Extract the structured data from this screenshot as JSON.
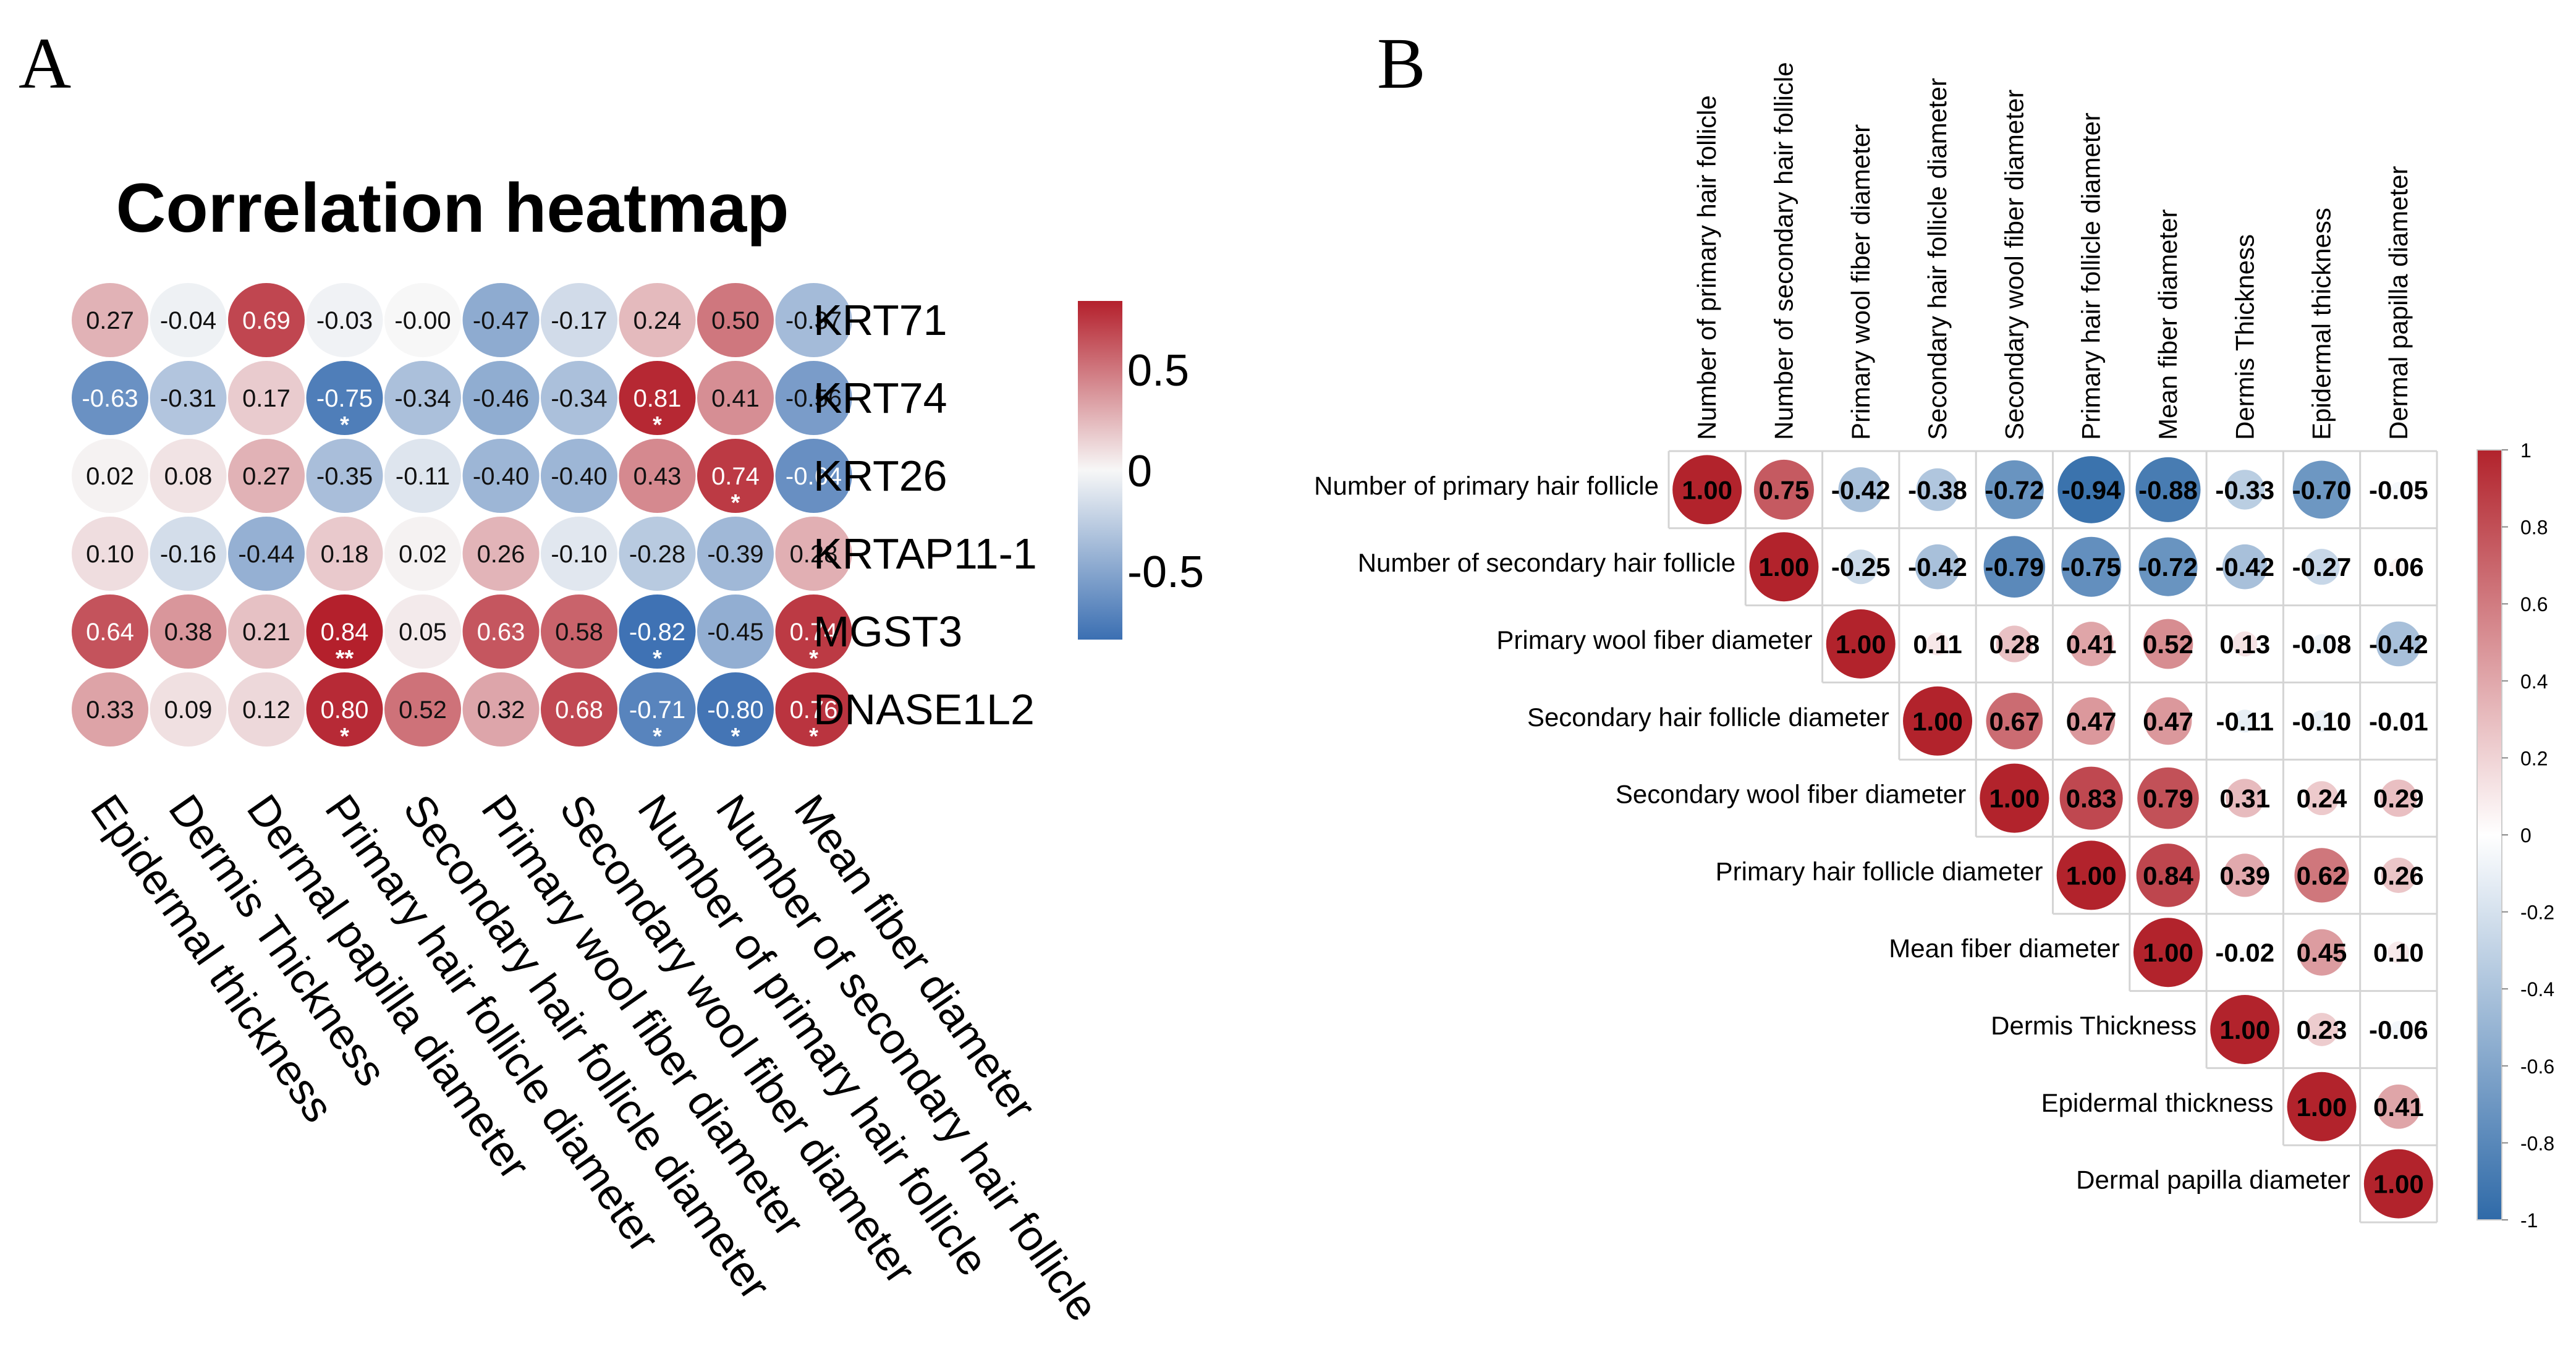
{
  "panels": [
    {
      "letter": "A"
    },
    {
      "letter": "B"
    }
  ],
  "chart_data": [
    {
      "type": "heatmap",
      "title": "Correlation heatmap",
      "rows": [
        "KRT71",
        "KRT74",
        "KRT26",
        "KRTAP11-1",
        "MGST3",
        "DNASE1L2"
      ],
      "columns": [
        "Epidermal thickness",
        "Dermis Thickness",
        "Dermal papilla diameter",
        "Primary hair follicle diameter",
        "Secondary hair follicle diameter",
        "Primary wool fiber diameter",
        "Secondary wool fiber diameter",
        "Number of primary hair follicle",
        "Number of secondary hair follicle",
        "Mean fiber diameter"
      ],
      "values": [
        [
          "0.27",
          "-0.04",
          "0.69",
          "-0.03",
          "-0.00",
          "-0.47",
          "-0.17",
          "0.24",
          "0.50",
          "-0.37"
        ],
        [
          "-0.63",
          "-0.31",
          "0.17",
          "-0.75",
          "-0.34",
          "-0.46",
          "-0.34",
          "0.81",
          "0.41",
          "-0.56"
        ],
        [
          "0.02",
          "0.08",
          "0.27",
          "-0.35",
          "-0.11",
          "-0.40",
          "-0.40",
          "0.43",
          "0.74",
          "-0.64"
        ],
        [
          "0.10",
          "-0.16",
          "-0.44",
          "0.18",
          "0.02",
          "0.26",
          "-0.10",
          "-0.28",
          "-0.39",
          "0.28"
        ],
        [
          "0.64",
          "0.38",
          "0.21",
          "0.84",
          "0.05",
          "0.63",
          "0.58",
          "-0.82",
          "-0.45",
          "0.74"
        ],
        [
          "0.33",
          "0.09",
          "0.12",
          "0.80",
          "0.52",
          "0.32",
          "0.68",
          "-0.71",
          "-0.80",
          "0.76"
        ]
      ],
      "significance": [
        [
          "",
          "",
          "",
          "",
          "",
          "",
          "",
          "",
          "",
          ""
        ],
        [
          "",
          "",
          "",
          "*",
          "",
          "",
          "",
          "*",
          "",
          ""
        ],
        [
          "",
          "",
          "",
          "",
          "",
          "",
          "",
          "",
          "*",
          ""
        ],
        [
          "",
          "",
          "",
          "",
          "",
          "",
          "",
          "",
          "",
          ""
        ],
        [
          "",
          "",
          "",
          "**",
          "",
          "",
          "",
          "*",
          "",
          "*"
        ],
        [
          "",
          "",
          "",
          "*",
          "",
          "",
          "",
          "*",
          "*",
          "*"
        ]
      ],
      "colorbar": {
        "ticks": [
          "0.5",
          "0",
          "-0.5"
        ],
        "range": [
          -0.84,
          0.84
        ]
      },
      "colors": {
        "negative": "#3b6fb2",
        "mid": "#f7f7f7",
        "positive": "#b4202c"
      }
    },
    {
      "type": "heatmap",
      "variables": [
        "Number of primary hair follicle",
        "Number of secondary hair follicle",
        "Primary wool fiber diameter",
        "Secondary hair follicle diameter",
        "Secondary wool fiber diameter",
        "Primary hair follicle diameter",
        "Mean fiber diameter",
        "Dermis Thickness",
        "Epidermal thickness",
        "Dermal papilla diameter"
      ],
      "upper_triangle_values": [
        [
          "1.00",
          "0.75",
          "-0.42",
          "-0.38",
          "-0.72",
          "-0.94",
          "-0.88",
          "-0.33",
          "-0.70",
          "-0.05"
        ],
        [
          "1.00",
          "-0.25",
          "-0.42",
          "-0.79",
          "-0.75",
          "-0.72",
          "-0.42",
          "-0.27",
          "0.06"
        ],
        [
          "1.00",
          "0.11",
          "0.28",
          "0.41",
          "0.52",
          "0.13",
          "-0.08",
          "-0.42"
        ],
        [
          "1.00",
          "0.67",
          "0.47",
          "0.47",
          "-0.11",
          "-0.10",
          "-0.01"
        ],
        [
          "1.00",
          "0.83",
          "0.79",
          "0.31",
          "0.24",
          "0.29"
        ],
        [
          "1.00",
          "0.84",
          "0.39",
          "0.62",
          "0.26"
        ],
        [
          "1.00",
          "-0.02",
          "0.45",
          "0.10"
        ],
        [
          "1.00",
          "0.23",
          "-0.06"
        ],
        [
          "1.00",
          "0.41"
        ],
        [
          "1.00"
        ]
      ],
      "colorbar": {
        "ticks": [
          "1",
          "0.8",
          "0.6",
          "0.4",
          "0.2",
          "0",
          "-0.2",
          "-0.4",
          "-0.6",
          "-0.8",
          "-1"
        ],
        "range": [
          -1,
          1
        ]
      },
      "colors": {
        "negative": "#2f6aa8",
        "mid": "#ffffff",
        "positive": "#b2232c"
      }
    }
  ]
}
